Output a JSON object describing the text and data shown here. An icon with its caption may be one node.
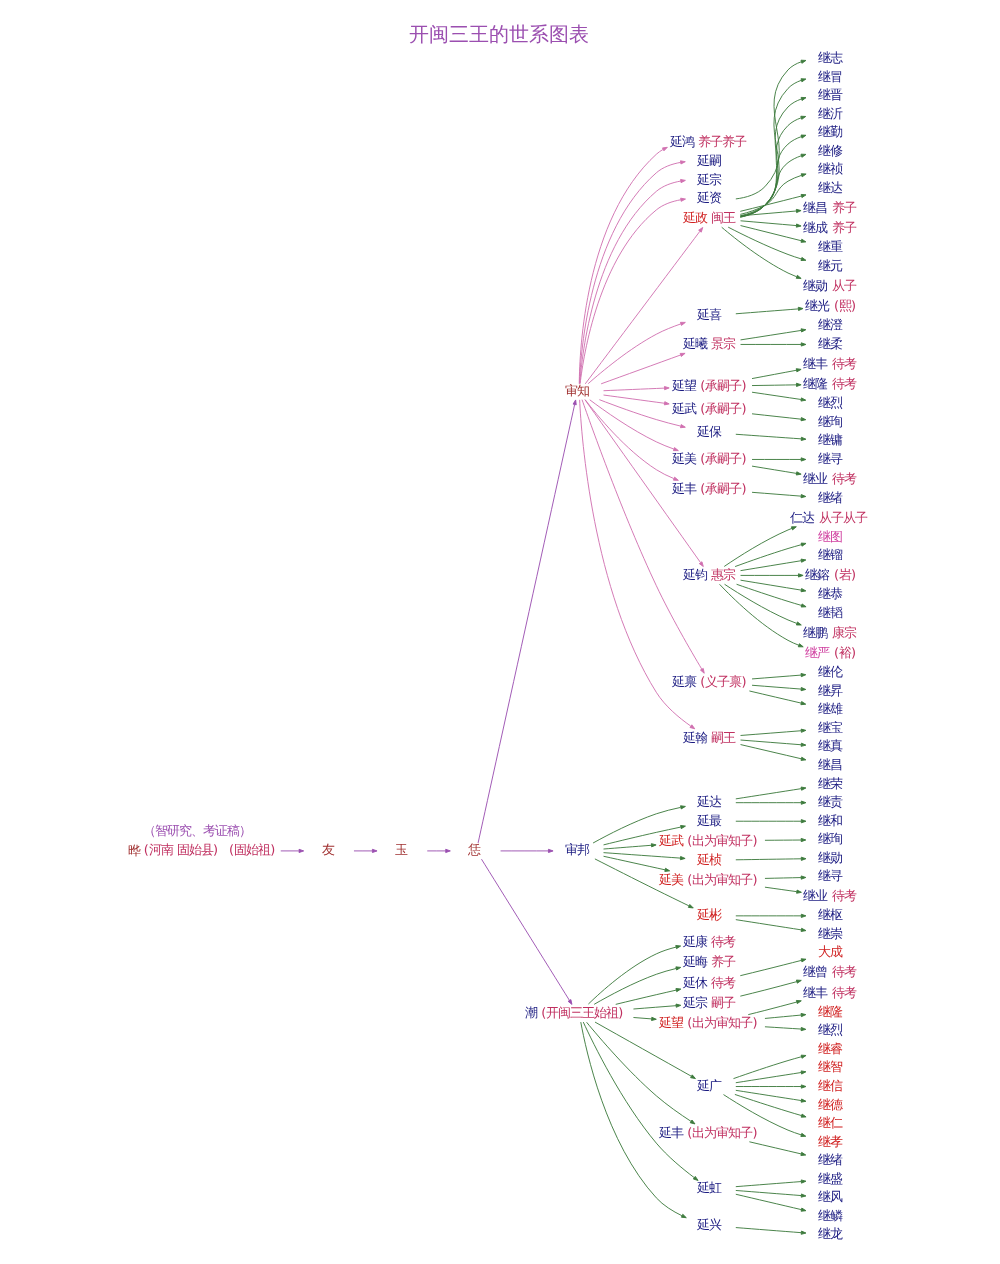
{
  "diagram": {
    "title": "开闽三王的世系图表",
    "labels": [
      "（智研究、考证稿）"
    ],
    "nodes": [
      {
        "text": [
          "晔"
        ],
        "beside": [
          "(河南 固始县)",
          "(固始祖)"
        ]
      },
      {
        "text": [
          "友"
        ]
      },
      {
        "text": [
          "玉"
        ]
      },
      {
        "text": [
          "恁"
        ]
      },
      {
        "text": [
          "审知"
        ]
      },
      {
        "text": [
          "审邦"
        ]
      },
      {
        "text": [
          "潮"
        ],
        "beside": [
          "(开闽三王始祖)"
        ]
      },
      {
        "text": [
          "延康"
        ],
        "beside": [
          "待考"
        ]
      },
      {
        "text": [
          "延晦"
        ],
        "beside": [
          "养子"
        ]
      },
      {
        "text": [
          "延休"
        ],
        "beside": [
          "待考"
        ]
      },
      {
        "text": [
          "延宗"
        ],
        "beside": [
          "嗣子"
        ]
      },
      {
        "text": [
          "延望"
        ],
        "beside": [
          "(出为审知子)"
        ]
      },
      {
        "text": [
          "延广"
        ]
      },
      {
        "text": [
          "延丰"
        ],
        "beside": [
          "(出为审知子)"
        ]
      },
      {
        "text": [
          "延虹"
        ]
      },
      {
        "text": [
          "延兴"
        ]
      },
      {
        "text": [
          "大成"
        ]
      },
      {
        "text": [
          "继曾"
        ],
        "beside": [
          "待考"
        ]
      },
      {
        "text": [
          "继丰"
        ],
        "beside": [
          "待考"
        ]
      },
      {
        "text": [
          "继隆"
        ]
      },
      {
        "text": [
          "继烈"
        ]
      },
      {
        "text": [
          "继睿"
        ]
      },
      {
        "text": [
          "继智"
        ]
      },
      {
        "text": [
          "继信"
        ]
      },
      {
        "text": [
          "继德"
        ]
      },
      {
        "text": [
          "继仁"
        ]
      },
      {
        "text": [
          "继孝"
        ]
      },
      {
        "text": [
          "继绪"
        ]
      },
      {
        "text": [
          "继盛"
        ]
      },
      {
        "text": [
          "继风"
        ]
      },
      {
        "text": [
          "继鳞"
        ]
      },
      {
        "text": [
          "继龙"
        ]
      },
      {
        "text": [
          "延达"
        ]
      },
      {
        "text": [
          "延最"
        ]
      },
      {
        "text": [
          "延武"
        ],
        "beside": [
          "(出为审知子)"
        ]
      },
      {
        "text": [
          "延桢"
        ]
      },
      {
        "text": [
          "延美"
        ],
        "beside": [
          "(出为审知子)"
        ]
      },
      {
        "text": [
          "延彬"
        ]
      },
      {
        "text": [
          "继荣"
        ]
      },
      {
        "text": [
          "继责"
        ]
      },
      {
        "text": [
          "继和"
        ]
      },
      {
        "text": [
          "继珣"
        ]
      },
      {
        "text": [
          "继勋"
        ]
      },
      {
        "text": [
          "继寻"
        ]
      },
      {
        "text": [
          "继业"
        ],
        "beside": [
          "待考"
        ]
      },
      {
        "text": [
          "继枢"
        ]
      },
      {
        "text": [
          "继崇"
        ]
      },
      {
        "text": [
          "延鸿"
        ],
        "beside": [
          "养子养子"
        ]
      },
      {
        "text": [
          "延嗣"
        ]
      },
      {
        "text": [
          "延宗"
        ]
      },
      {
        "text": [
          "延资"
        ]
      },
      {
        "text": [
          "延政"
        ],
        "beside": [
          "闽王"
        ]
      },
      {
        "text": [
          "延喜"
        ]
      },
      {
        "text": [
          "延曦"
        ],
        "beside": [
          "景宗"
        ]
      },
      {
        "text": [
          "延望"
        ],
        "beside": [
          "(承嗣子)"
        ]
      },
      {
        "text": [
          "延武"
        ],
        "beside": [
          "(承嗣子)"
        ]
      },
      {
        "text": [
          "延保"
        ]
      },
      {
        "text": [
          "延美"
        ],
        "beside": [
          "(承嗣子)"
        ]
      },
      {
        "text": [
          "延丰"
        ],
        "beside": [
          "(承嗣子)"
        ]
      },
      {
        "text": [
          "延钧"
        ],
        "beside": [
          "惠宗"
        ]
      },
      {
        "text": [
          "延禀"
        ],
        "beside": [
          "(义子禀)"
        ]
      },
      {
        "text": [
          "延翰"
        ],
        "beside": [
          "嗣王"
        ]
      },
      {
        "text": [
          "继志"
        ]
      },
      {
        "text": [
          "继光"
        ],
        "beside": [
          "(熙)"
        ]
      },
      {
        "text": [
          "继澄"
        ]
      },
      {
        "text": [
          "继柔"
        ]
      },
      {
        "text": [
          "继丰"
        ],
        "beside": [
          "待考"
        ]
      },
      {
        "text": [
          "继隆"
        ],
        "beside": [
          "待考"
        ]
      },
      {
        "text": [
          "继烈"
        ]
      },
      {
        "text": [
          "继珣"
        ]
      },
      {
        "text": [
          "继镛"
        ]
      },
      {
        "text": [
          "继寻"
        ]
      },
      {
        "text": [
          "继业"
        ],
        "beside": [
          "待考"
        ]
      },
      {
        "text": [
          "继绪"
        ]
      },
      {
        "text": [
          "仁达"
        ],
        "beside": [
          "从子从子"
        ]
      },
      {
        "text": [
          "继图"
        ]
      },
      {
        "text": [
          "继镏"
        ]
      },
      {
        "text": [
          "继鎔"
        ],
        "beside": [
          "(岩)"
        ]
      },
      {
        "text": [
          "继恭"
        ]
      },
      {
        "text": [
          "继韬"
        ]
      },
      {
        "text": [
          "继鹏"
        ],
        "beside": [
          "康宗"
        ]
      },
      {
        "text": [
          "继严"
        ],
        "beside": [
          "(裕)"
        ]
      },
      {
        "text": [
          "继伦"
        ]
      },
      {
        "text": [
          "继昇"
        ]
      },
      {
        "text": [
          "继雄"
        ]
      },
      {
        "text": [
          "继宝"
        ]
      },
      {
        "text": [
          "继真"
        ]
      },
      {
        "text": [
          "继昌"
        ]
      },
      {
        "text": [
          "继冒"
        ]
      },
      {
        "text": [
          "继晋"
        ]
      },
      {
        "text": [
          "继沂"
        ]
      },
      {
        "text": [
          "继勤"
        ]
      },
      {
        "text": [
          "继修"
        ]
      },
      {
        "text": [
          "继祯"
        ]
      },
      {
        "text": [
          "继达"
        ]
      },
      {
        "text": [
          "继昌"
        ],
        "beside": [
          "养子"
        ]
      },
      {
        "text": [
          "继成"
        ],
        "beside": [
          "养子"
        ]
      },
      {
        "text": [
          "继重"
        ]
      },
      {
        "text": [
          "继元"
        ]
      },
      {
        "text": [
          "继勋"
        ],
        "beside": [
          "从子"
        ]
      }
    ],
    "edges": [
      {
        "from": 0,
        "to": 1,
        "arrow": "to",
        "color": "#9b4fb0"
      },
      {
        "from": 1,
        "to": 2,
        "arrow": "to",
        "color": "#9b4fb0"
      },
      {
        "from": 2,
        "to": 3,
        "arrow": "to",
        "color": "#9b4fb0"
      },
      {
        "from": 3,
        "to": 4,
        "arrow": "to",
        "color": "#9b4fb0"
      },
      {
        "from": 3,
        "to": 5,
        "arrow": "to",
        "color": "#9b4fb0"
      },
      {
        "from": 3,
        "to": 6,
        "arrow": "to",
        "color": "#9b4fb0"
      },
      {
        "from": 6,
        "to": 7,
        "arrow": "to"
      },
      {
        "from": 6,
        "to": 8,
        "arrow": "to"
      },
      {
        "from": 6,
        "to": 9,
        "arrow": "to"
      },
      {
        "from": 6,
        "to": 10,
        "arrow": "to"
      },
      {
        "from": 6,
        "to": 11,
        "arrow": "to"
      },
      {
        "from": 6,
        "to": 12,
        "arrow": "to"
      },
      {
        "from": 6,
        "to": 13,
        "arrow": "to"
      },
      {
        "from": 6,
        "to": 14,
        "arrow": "to"
      },
      {
        "from": 6,
        "to": 15,
        "arrow": "to"
      },
      {
        "from": 9,
        "to": 16,
        "arrow": "to"
      },
      {
        "from": 10,
        "to": 17,
        "arrow": "to"
      },
      {
        "from": 11,
        "to": 18,
        "arrow": "to"
      },
      {
        "from": 11,
        "to": 19,
        "arrow": "to"
      },
      {
        "from": 11,
        "to": 20,
        "arrow": "to"
      },
      {
        "from": 12,
        "to": 21,
        "arrow": "to"
      },
      {
        "from": 12,
        "to": 22,
        "arrow": "to"
      },
      {
        "from": 12,
        "to": 23,
        "arrow": "to"
      },
      {
        "from": 12,
        "to": 24,
        "arrow": "to"
      },
      {
        "from": 12,
        "to": 25,
        "arrow": "to"
      },
      {
        "from": 12,
        "to": 26,
        "arrow": "to"
      },
      {
        "from": 13,
        "to": 27,
        "arrow": "to"
      },
      {
        "from": 14,
        "to": 28,
        "arrow": "to"
      },
      {
        "from": 14,
        "to": 29,
        "arrow": "to"
      },
      {
        "from": 14,
        "to": 30,
        "arrow": "to"
      },
      {
        "from": 15,
        "to": 31,
        "arrow": "to"
      },
      {
        "from": 5,
        "to": 32,
        "arrow": "to"
      },
      {
        "from": 5,
        "to": 33,
        "arrow": "to"
      },
      {
        "from": 5,
        "to": 34,
        "arrow": "to"
      },
      {
        "from": 5,
        "to": 35,
        "arrow": "to"
      },
      {
        "from": 5,
        "to": 36,
        "arrow": "to"
      },
      {
        "from": 5,
        "to": 37,
        "arrow": "to"
      },
      {
        "from": 32,
        "to": 38,
        "arrow": "to"
      },
      {
        "from": 32,
        "to": 39,
        "arrow": "to"
      },
      {
        "from": 33,
        "to": 40,
        "arrow": "to"
      },
      {
        "from": 34,
        "to": 41,
        "arrow": "to"
      },
      {
        "from": 35,
        "to": 42,
        "arrow": "to"
      },
      {
        "from": 36,
        "to": 43,
        "arrow": "to"
      },
      {
        "from": 36,
        "to": 44,
        "arrow": "to"
      },
      {
        "from": 37,
        "to": 45,
        "arrow": "to"
      },
      {
        "from": 37,
        "to": 46,
        "arrow": "to"
      },
      {
        "from": 4,
        "to": 47,
        "arrow": "to",
        "color": "#d070b0"
      },
      {
        "from": 4,
        "to": 48,
        "arrow": "to",
        "color": "#d070b0"
      },
      {
        "from": 4,
        "to": 49,
        "arrow": "to",
        "color": "#d070b0"
      },
      {
        "from": 4,
        "to": 50,
        "arrow": "to",
        "color": "#d070b0"
      },
      {
        "from": 4,
        "to": 51,
        "arrow": "to",
        "color": "#d070b0"
      },
      {
        "from": 4,
        "to": 52,
        "arrow": "to",
        "color": "#d070b0"
      },
      {
        "from": 4,
        "to": 53,
        "arrow": "to",
        "color": "#d070b0"
      },
      {
        "from": 4,
        "to": 54,
        "arrow": "to",
        "color": "#d070b0"
      },
      {
        "from": 4,
        "to": 55,
        "arrow": "to",
        "color": "#d070b0"
      },
      {
        "from": 4,
        "to": 56,
        "arrow": "to",
        "color": "#d070b0"
      },
      {
        "from": 4,
        "to": 57,
        "arrow": "to",
        "color": "#d070b0"
      },
      {
        "from": 4,
        "to": 58,
        "arrow": "to",
        "color": "#d070b0"
      },
      {
        "from": 4,
        "to": 59,
        "arrow": "to",
        "color": "#d070b0"
      },
      {
        "from": 4,
        "to": 60,
        "arrow": "to",
        "color": "#d070b0"
      },
      {
        "from": 4,
        "to": 61,
        "arrow": "to",
        "color": "#d070b0"
      },
      {
        "from": 50,
        "to": 62,
        "arrow": "to"
      },
      {
        "from": 52,
        "to": 63,
        "arrow": "to"
      },
      {
        "from": 53,
        "to": 64,
        "arrow": "to"
      },
      {
        "from": 53,
        "to": 65,
        "arrow": "to"
      },
      {
        "from": 54,
        "to": 66,
        "arrow": "to"
      },
      {
        "from": 54,
        "to": 67,
        "arrow": "to"
      },
      {
        "from": 54,
        "to": 68,
        "arrow": "to"
      },
      {
        "from": 55,
        "to": 69,
        "arrow": "to"
      },
      {
        "from": 56,
        "to": 70,
        "arrow": "to"
      },
      {
        "from": 57,
        "to": 71,
        "arrow": "to"
      },
      {
        "from": 57,
        "to": 72,
        "arrow": "to"
      },
      {
        "from": 58,
        "to": 73,
        "arrow": "to"
      },
      {
        "from": 59,
        "to": 74,
        "arrow": "to"
      },
      {
        "from": 59,
        "to": 75,
        "arrow": "to"
      },
      {
        "from": 59,
        "to": 76,
        "arrow": "to"
      },
      {
        "from": 59,
        "to": 77,
        "arrow": "to"
      },
      {
        "from": 59,
        "to": 78,
        "arrow": "to"
      },
      {
        "from": 59,
        "to": 79,
        "arrow": "to"
      },
      {
        "from": 59,
        "to": 80,
        "arrow": "to"
      },
      {
        "from": 59,
        "to": 81,
        "arrow": "to"
      },
      {
        "from": 60,
        "to": 82,
        "arrow": "to"
      },
      {
        "from": 60,
        "to": 83,
        "arrow": "to"
      },
      {
        "from": 60,
        "to": 84,
        "arrow": "to"
      },
      {
        "from": 61,
        "to": 85,
        "arrow": "to"
      },
      {
        "from": 61,
        "to": 86,
        "arrow": "to"
      },
      {
        "from": 61,
        "to": 87,
        "arrow": "to"
      },
      {
        "from": 51,
        "to": 88,
        "arrow": "to"
      },
      {
        "from": 51,
        "to": 89,
        "arrow": "to"
      },
      {
        "from": 51,
        "to": 90,
        "arrow": "to"
      },
      {
        "from": 51,
        "to": 91,
        "arrow": "to"
      },
      {
        "from": 51,
        "to": 92,
        "arrow": "to"
      },
      {
        "from": 51,
        "to": 93,
        "arrow": "to"
      },
      {
        "from": 51,
        "to": 94,
        "arrow": "to"
      },
      {
        "from": 51,
        "to": 95,
        "arrow": "to"
      },
      {
        "from": 51,
        "to": 96,
        "arrow": "to"
      },
      {
        "from": 51,
        "to": 97,
        "arrow": "to"
      },
      {
        "from": 51,
        "to": 98,
        "arrow": "to"
      },
      {
        "from": 51,
        "to": 99,
        "arrow": "to"
      }
    ]
  }
}
